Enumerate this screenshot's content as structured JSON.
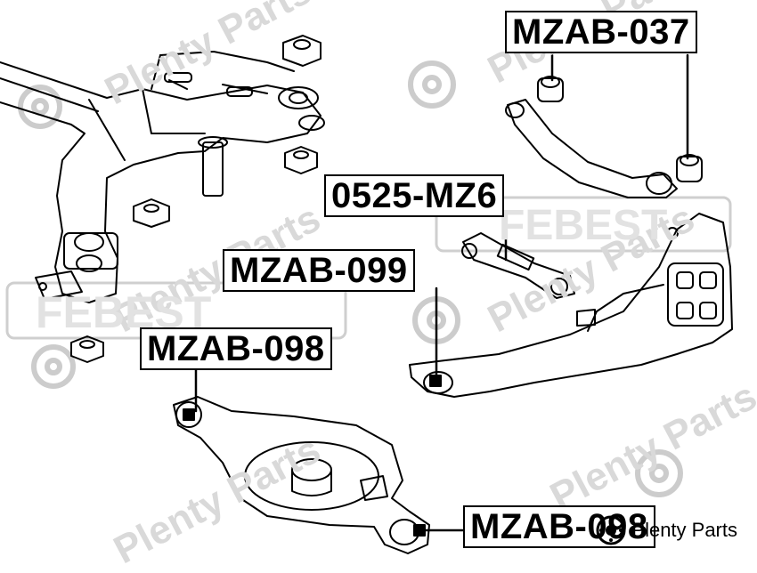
{
  "watermark": {
    "text": "Plenty Parts",
    "brand_ghost": "FEBEST"
  },
  "labels": {
    "mzab037": "MZAB-037",
    "mz6": "0525-MZ6",
    "mzab099": "MZAB-099",
    "mzab098_top": "MZAB-098",
    "mzab098_bottom": "MZAB-098"
  },
  "brand": {
    "name": "Plenty Parts",
    "logo_icon": "plenty-parts-logo-icon"
  },
  "colors": {
    "line": "#000000",
    "watermark": "#d9d9d9",
    "background": "#ffffff"
  }
}
